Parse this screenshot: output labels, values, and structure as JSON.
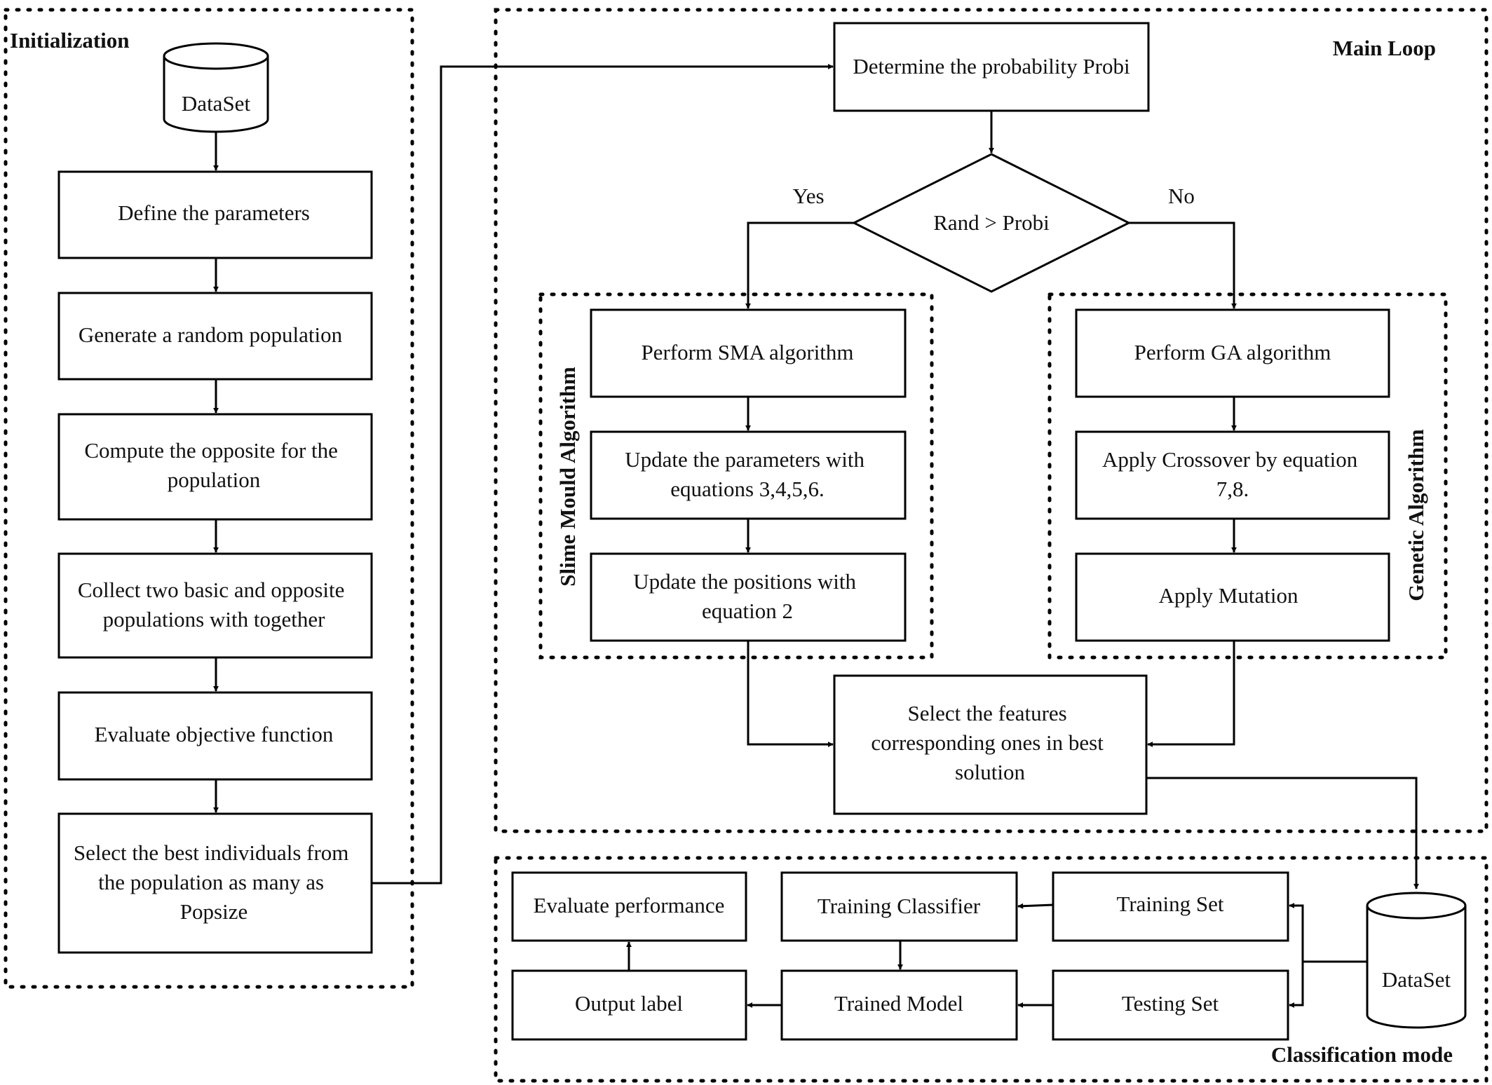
{
  "colors": {
    "stroke": "#000000",
    "fill": "#ffffff",
    "text": "#111111"
  },
  "regions": {
    "initialization": "Initialization",
    "main_loop": "Main Loop",
    "classification": "Classification mode",
    "sma": "Slime Mould Algorithm",
    "ga": "Genetic Algorithm"
  },
  "init": {
    "dataset": "DataSet",
    "define_params": "Define the parameters",
    "generate_pop": "Generate a random population",
    "opposite": [
      "Compute the opposite for the",
      "population"
    ],
    "collect": [
      "Collect two basic and opposite",
      "populations with together"
    ],
    "evaluate": "Evaluate objective function",
    "select_best": [
      "Select the best individuals from",
      "the population as many as",
      "Popsize"
    ]
  },
  "loop": {
    "determine": "Determine the probability Probi",
    "decision": "Rand > Probi",
    "yes": "Yes",
    "no": "No",
    "sma_perform": "Perform SMA algorithm",
    "sma_update_params": [
      "Update the parameters with",
      "equations 3,4,5,6."
    ],
    "sma_update_pos": [
      "Update the positions with",
      "equation 2"
    ],
    "ga_perform": "Perform GA algorithm",
    "ga_crossover": [
      "Apply Crossover by equation",
      "7,8."
    ],
    "ga_mutation": "Apply Mutation",
    "select_features": [
      "Select the features",
      "corresponding ones in best",
      "solution"
    ]
  },
  "classify": {
    "dataset": "DataSet",
    "training_set": "Training Set",
    "testing_set": "Testing Set",
    "training_classifier": "Training Classifier",
    "trained_model": "Trained Model",
    "evaluate_performance": "Evaluate performance",
    "output_label": "Output label"
  }
}
